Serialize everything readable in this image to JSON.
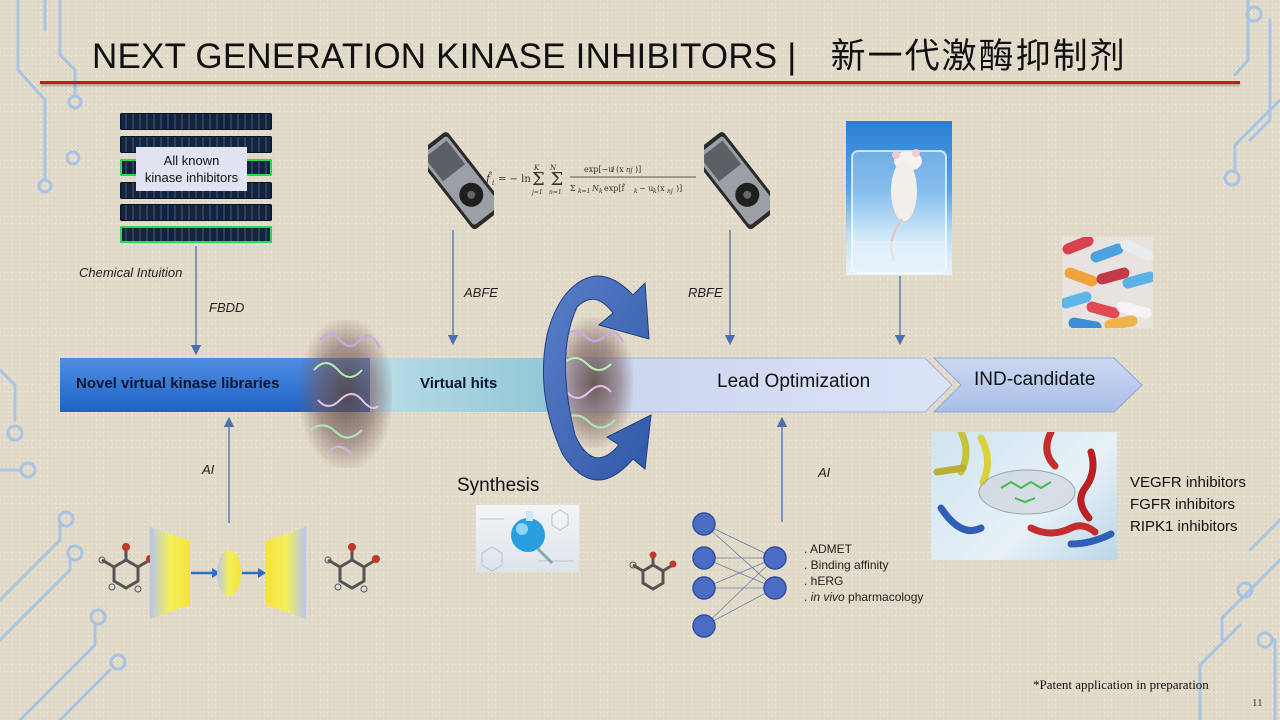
{
  "slide": {
    "title": "NEXT GENERATION KINASE INHIBITORS |",
    "title_cn": "新一代激酶抑制剂",
    "accent_rule_color": "#c41a1a"
  },
  "library": {
    "box_label": "All known kinase inhibitors",
    "box_label_line1": "All known",
    "box_label_line2": "kinase inhibitors"
  },
  "labels": {
    "chemical_intuition": "Chemical Intuition",
    "fbdd": "FBDD",
    "abfe": "ABFE",
    "rbfe": "RBFE",
    "ai_left": "AI",
    "ai_right": "AI",
    "synthesis": "Synthesis"
  },
  "pipeline": {
    "stage1": "Novel virtual kinase libraries",
    "stage2": "Virtual hits",
    "stage3": "Lead Optimization",
    "stage4": "IND-candidate"
  },
  "targets": [
    "VEGFR inhibitors",
    "FGFR inhibitors",
    "RIPK1 inhibitors"
  ],
  "properties": {
    "p1": ". ADMET",
    "p2": ". Binding affinity",
    "p3": ". hERG",
    "p4_prefix": ". ",
    "p4_italic": "in vivo",
    "p4_suffix": " pharmacology"
  },
  "footnote": "*Patent application in preparation",
  "page_number": "11",
  "icons": [
    "gpu-card-icon",
    "molecule-icon",
    "autoencoder-icon",
    "neural-network-icon",
    "cycle-arrow-icon",
    "lab-mouse-photo",
    "pills-photo",
    "protein-structure-image",
    "synthesis-flask-image"
  ]
}
